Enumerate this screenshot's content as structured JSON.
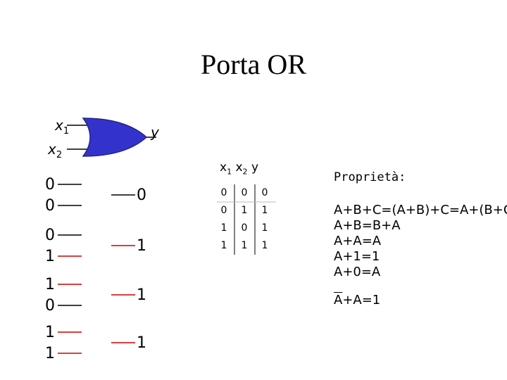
{
  "title": "Porta OR",
  "main_gate": {
    "in1": "x",
    "in1_sub": "1",
    "in2": "x",
    "in2_sub": "2",
    "out": "y",
    "fill": "#3333cc"
  },
  "gate_rows": [
    {
      "a": "0",
      "b": "0",
      "y": "0"
    },
    {
      "a": "0",
      "b": "1",
      "y": "1"
    },
    {
      "a": "1",
      "b": "0",
      "y": "1"
    },
    {
      "a": "1",
      "b": "1",
      "y": "1"
    }
  ],
  "truth_table": {
    "headers": [
      "x1",
      "x2",
      "y"
    ],
    "header_subs": [
      "1",
      "2",
      ""
    ],
    "rows": [
      [
        "0",
        "0",
        "0"
      ],
      [
        "0",
        "1",
        "1"
      ],
      [
        "1",
        "0",
        "1"
      ],
      [
        "1",
        "1",
        "1"
      ]
    ]
  },
  "properties": {
    "title": "Proprietà:",
    "items": [
      "A+B+C=(A+B)+C=A+(B+C)",
      "A+B=B+A",
      "A+A=A",
      "A+1=1",
      "A+0=A"
    ],
    "last_bar": "A",
    "last_rest": "+A=1"
  },
  "colors": {
    "high_line": "#cc0000",
    "low_line": "#000000"
  }
}
